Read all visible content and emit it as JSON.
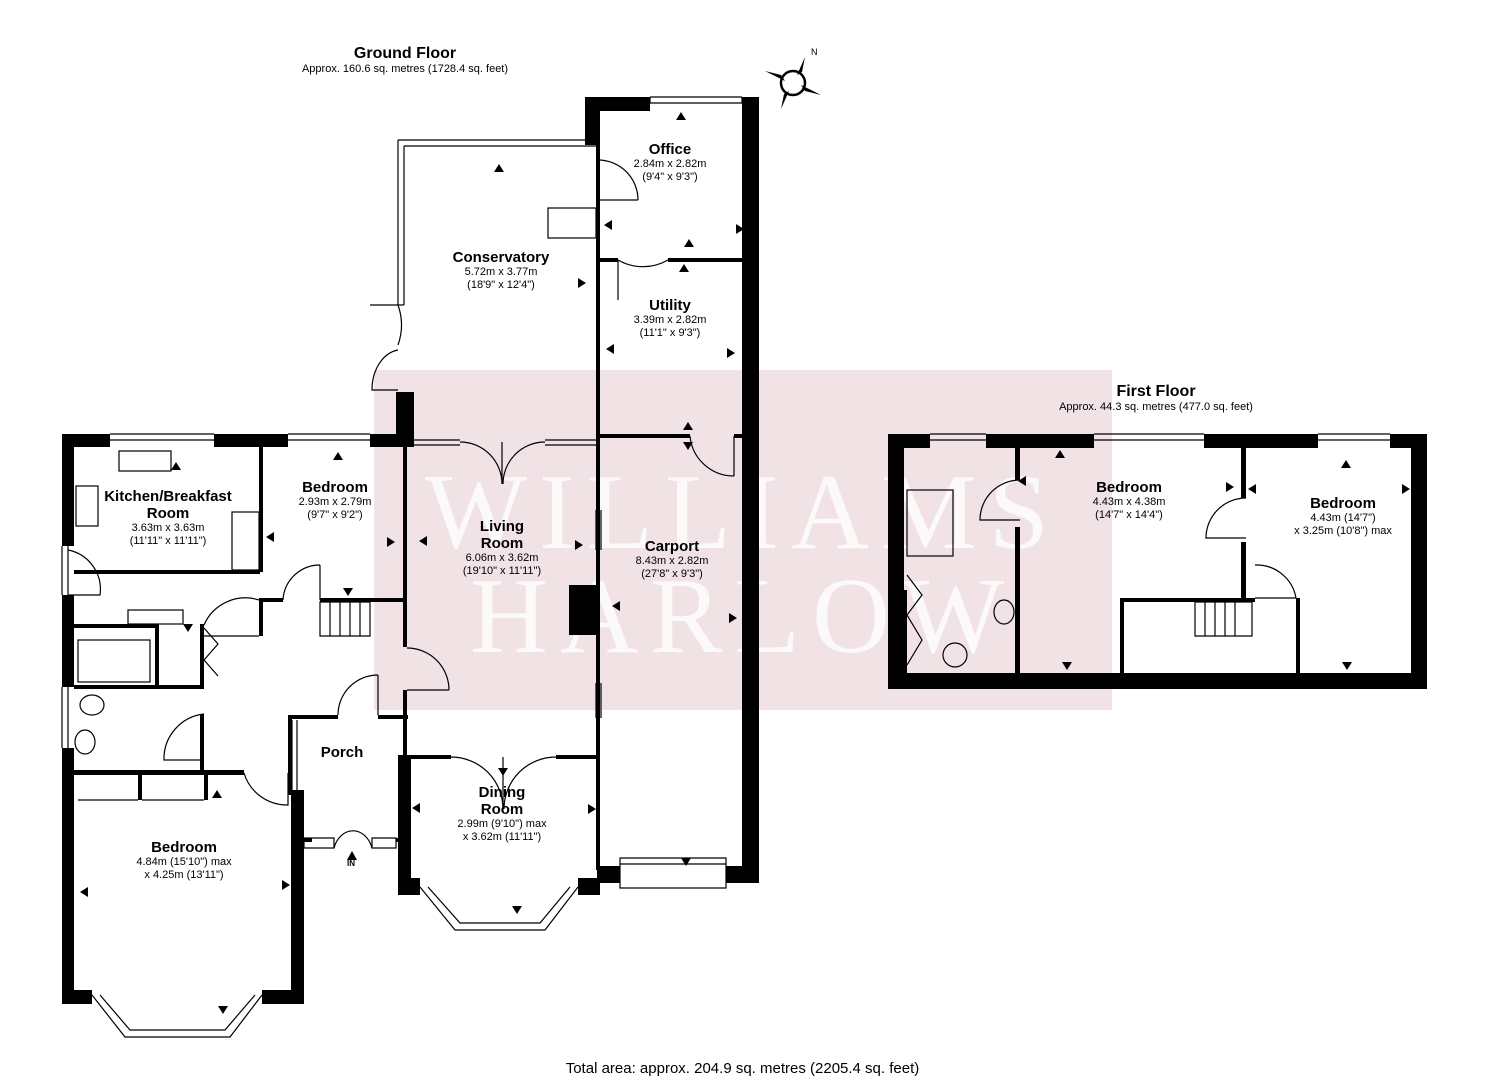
{
  "ground_floor": {
    "title": "Ground Floor",
    "area": "Approx. 160.6 sq. metres (1728.4 sq. feet)"
  },
  "first_floor": {
    "title": "First Floor",
    "area": "Approx. 44.3 sq. metres (477.0 sq. feet)"
  },
  "rooms": {
    "office": {
      "name": "Office",
      "dim1": "2.84m x 2.82m",
      "dim2": "(9'4\" x 9'3\")"
    },
    "conservatory": {
      "name": "Conservatory",
      "dim1": "5.72m x 3.77m",
      "dim2": "(18'9\" x 12'4\")"
    },
    "utility": {
      "name": "Utility",
      "dim1": "3.39m x 2.82m",
      "dim2": "(11'1\" x 9'3\")"
    },
    "kitchen": {
      "name1": "Kitchen/Breakfast",
      "name2": "Room",
      "dim1": "3.63m x 3.63m",
      "dim2": "(11'11\" x 11'11\")"
    },
    "bedroom_small": {
      "name": "Bedroom",
      "dim1": "2.93m x 2.79m",
      "dim2": "(9'7\" x 9'2\")"
    },
    "living": {
      "name1": "Living",
      "name2": "Room",
      "dim1": "6.06m x 3.62m",
      "dim2": "(19'10\" x 11'11\")"
    },
    "carport": {
      "name": "Carport",
      "dim1": "8.43m x 2.82m",
      "dim2": "(27'8\" x 9'3\")"
    },
    "porch": {
      "name": "Porch",
      "entry": "IN"
    },
    "dining": {
      "name1": "Dining",
      "name2": "Room",
      "dim1": "2.99m (9'10\") max",
      "dim2": "x 3.62m (11'11\")"
    },
    "bedroom_main": {
      "name": "Bedroom",
      "dim1": "4.84m (15'10\") max",
      "dim2": "x 4.25m (13'11\")"
    },
    "bedroom_ff1": {
      "name": "Bedroom",
      "dim1": "4.43m x 4.38m",
      "dim2": "(14'7\" x 14'4\")"
    },
    "bedroom_ff2": {
      "name": "Bedroom",
      "dim1": "4.43m (14'7\")",
      "dim2": "x 3.25m (10'8\") max"
    }
  },
  "compass": {
    "label": "N"
  },
  "watermark": {
    "line1": "WILLIAMS",
    "line2": "HARLOW"
  },
  "total": "Total area: approx. 204.9 sq. metres (2205.4 sq. feet)"
}
